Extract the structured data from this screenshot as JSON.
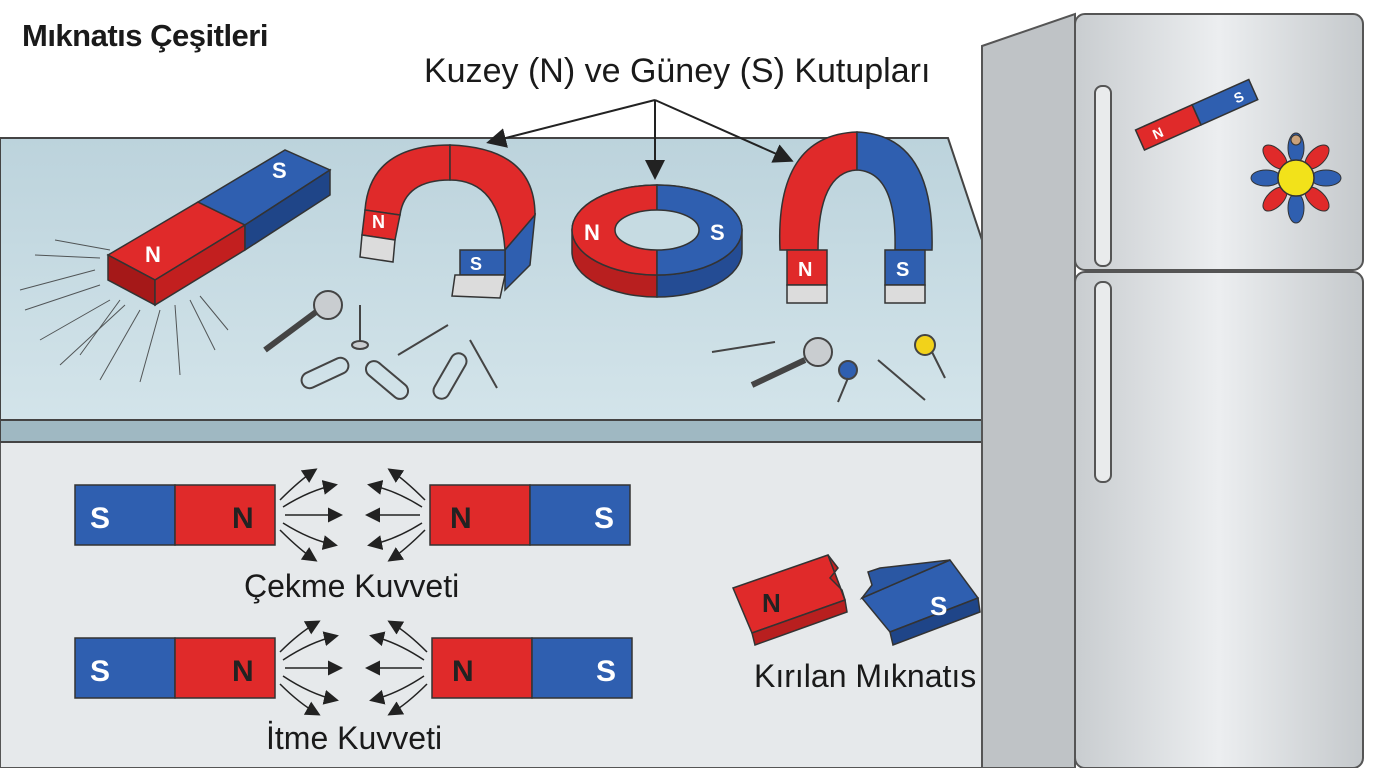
{
  "title": "Mıknatıs Çeşitleri",
  "poles_label": "Kuzey (N) ve Güney (S) Kutupları",
  "attraction_label": "Çekme Kuvveti",
  "repulsion_label": "İtme Kuvveti",
  "broken_magnet_label": "Kırılan Mıknatıs",
  "pole_letters": {
    "north": "N",
    "south": "S"
  },
  "colors": {
    "north": "#e02a2a",
    "south": "#2f5fb0",
    "countertop": "#c9dce3",
    "cabinet": "#e5e8ea",
    "fridge": "#d9dcde"
  }
}
